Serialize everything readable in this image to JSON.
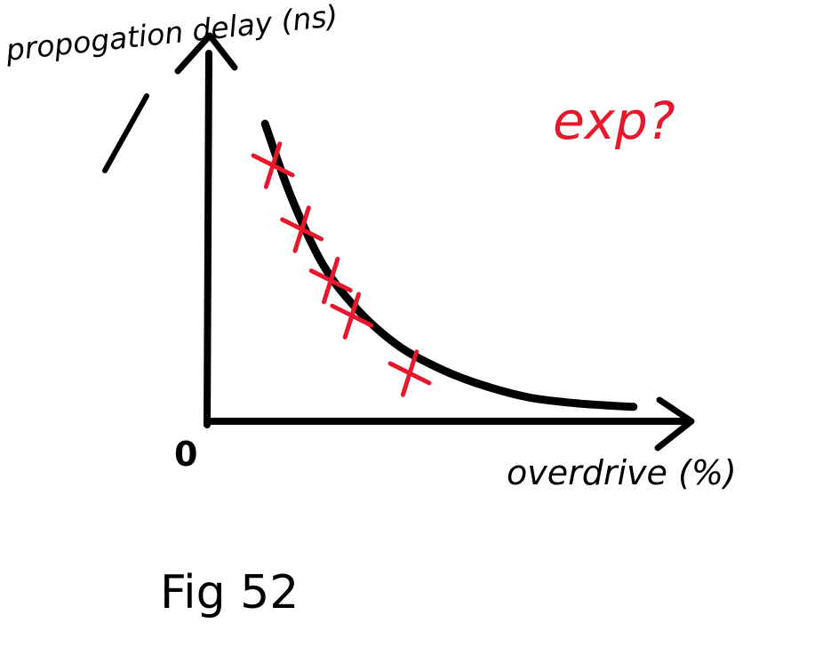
{
  "chart_data": {
    "type": "scatter",
    "title": "",
    "xlabel": "overdrive (%)",
    "ylabel": "propogation delay (ns)",
    "origin_label": "0",
    "annotation": "exp?",
    "caption": "Fig 52",
    "series": [
      {
        "kind": "curve",
        "points": [
          [
            1.0,
            9.3
          ],
          [
            2.0,
            7.0
          ],
          [
            3.2,
            4.9
          ],
          [
            4.5,
            3.5
          ],
          [
            6.0,
            2.4
          ],
          [
            7.5,
            1.7
          ],
          [
            9.0,
            1.2
          ],
          [
            11.0,
            0.75
          ],
          [
            13.0,
            0.55
          ],
          [
            15.0,
            0.45
          ]
        ]
      },
      {
        "kind": "markers",
        "points": [
          [
            1.3,
            8.0
          ],
          [
            2.4,
            6.0
          ],
          [
            3.5,
            4.4
          ],
          [
            4.3,
            3.3
          ],
          [
            6.5,
            1.5
          ]
        ]
      }
    ],
    "xlim": [
      -1.2,
      17.0
    ],
    "ylim": [
      0,
      11.5
    ],
    "axis_color": "#000000",
    "curve_color": "#000000",
    "marker_color": "#e8182c"
  }
}
